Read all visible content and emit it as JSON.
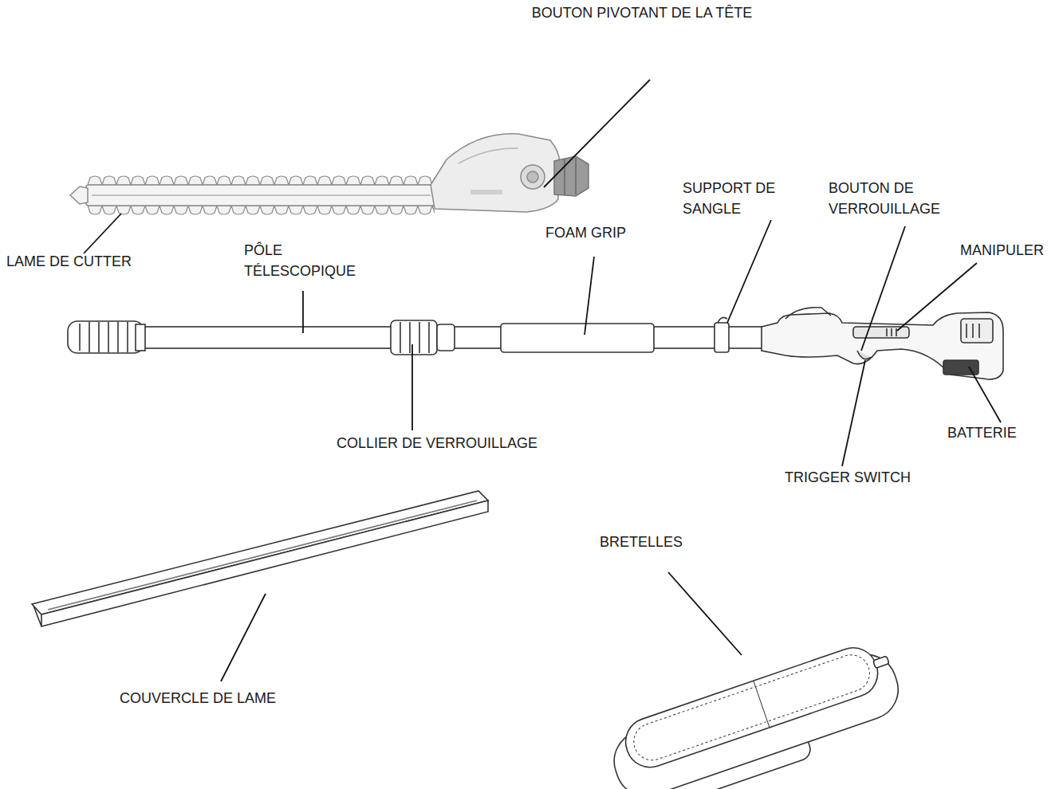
{
  "diagram": {
    "labels": [
      "BOUTON PIVOTANT DE LA TÊTE",
      "LAME DE CUTTER",
      "PÔLE TÉLESCOPIQUE",
      "FOAM GRIP",
      "SUPPORT DE SANGLE",
      "BOUTON DE VERROUILLAGE",
      "MANIPULER",
      "BATTERIE",
      "COLLIER DE VERROUILLAGE",
      "TRIGGER SWITCH",
      "COUVERCLE DE LAME",
      "BRETELLES"
    ]
  }
}
